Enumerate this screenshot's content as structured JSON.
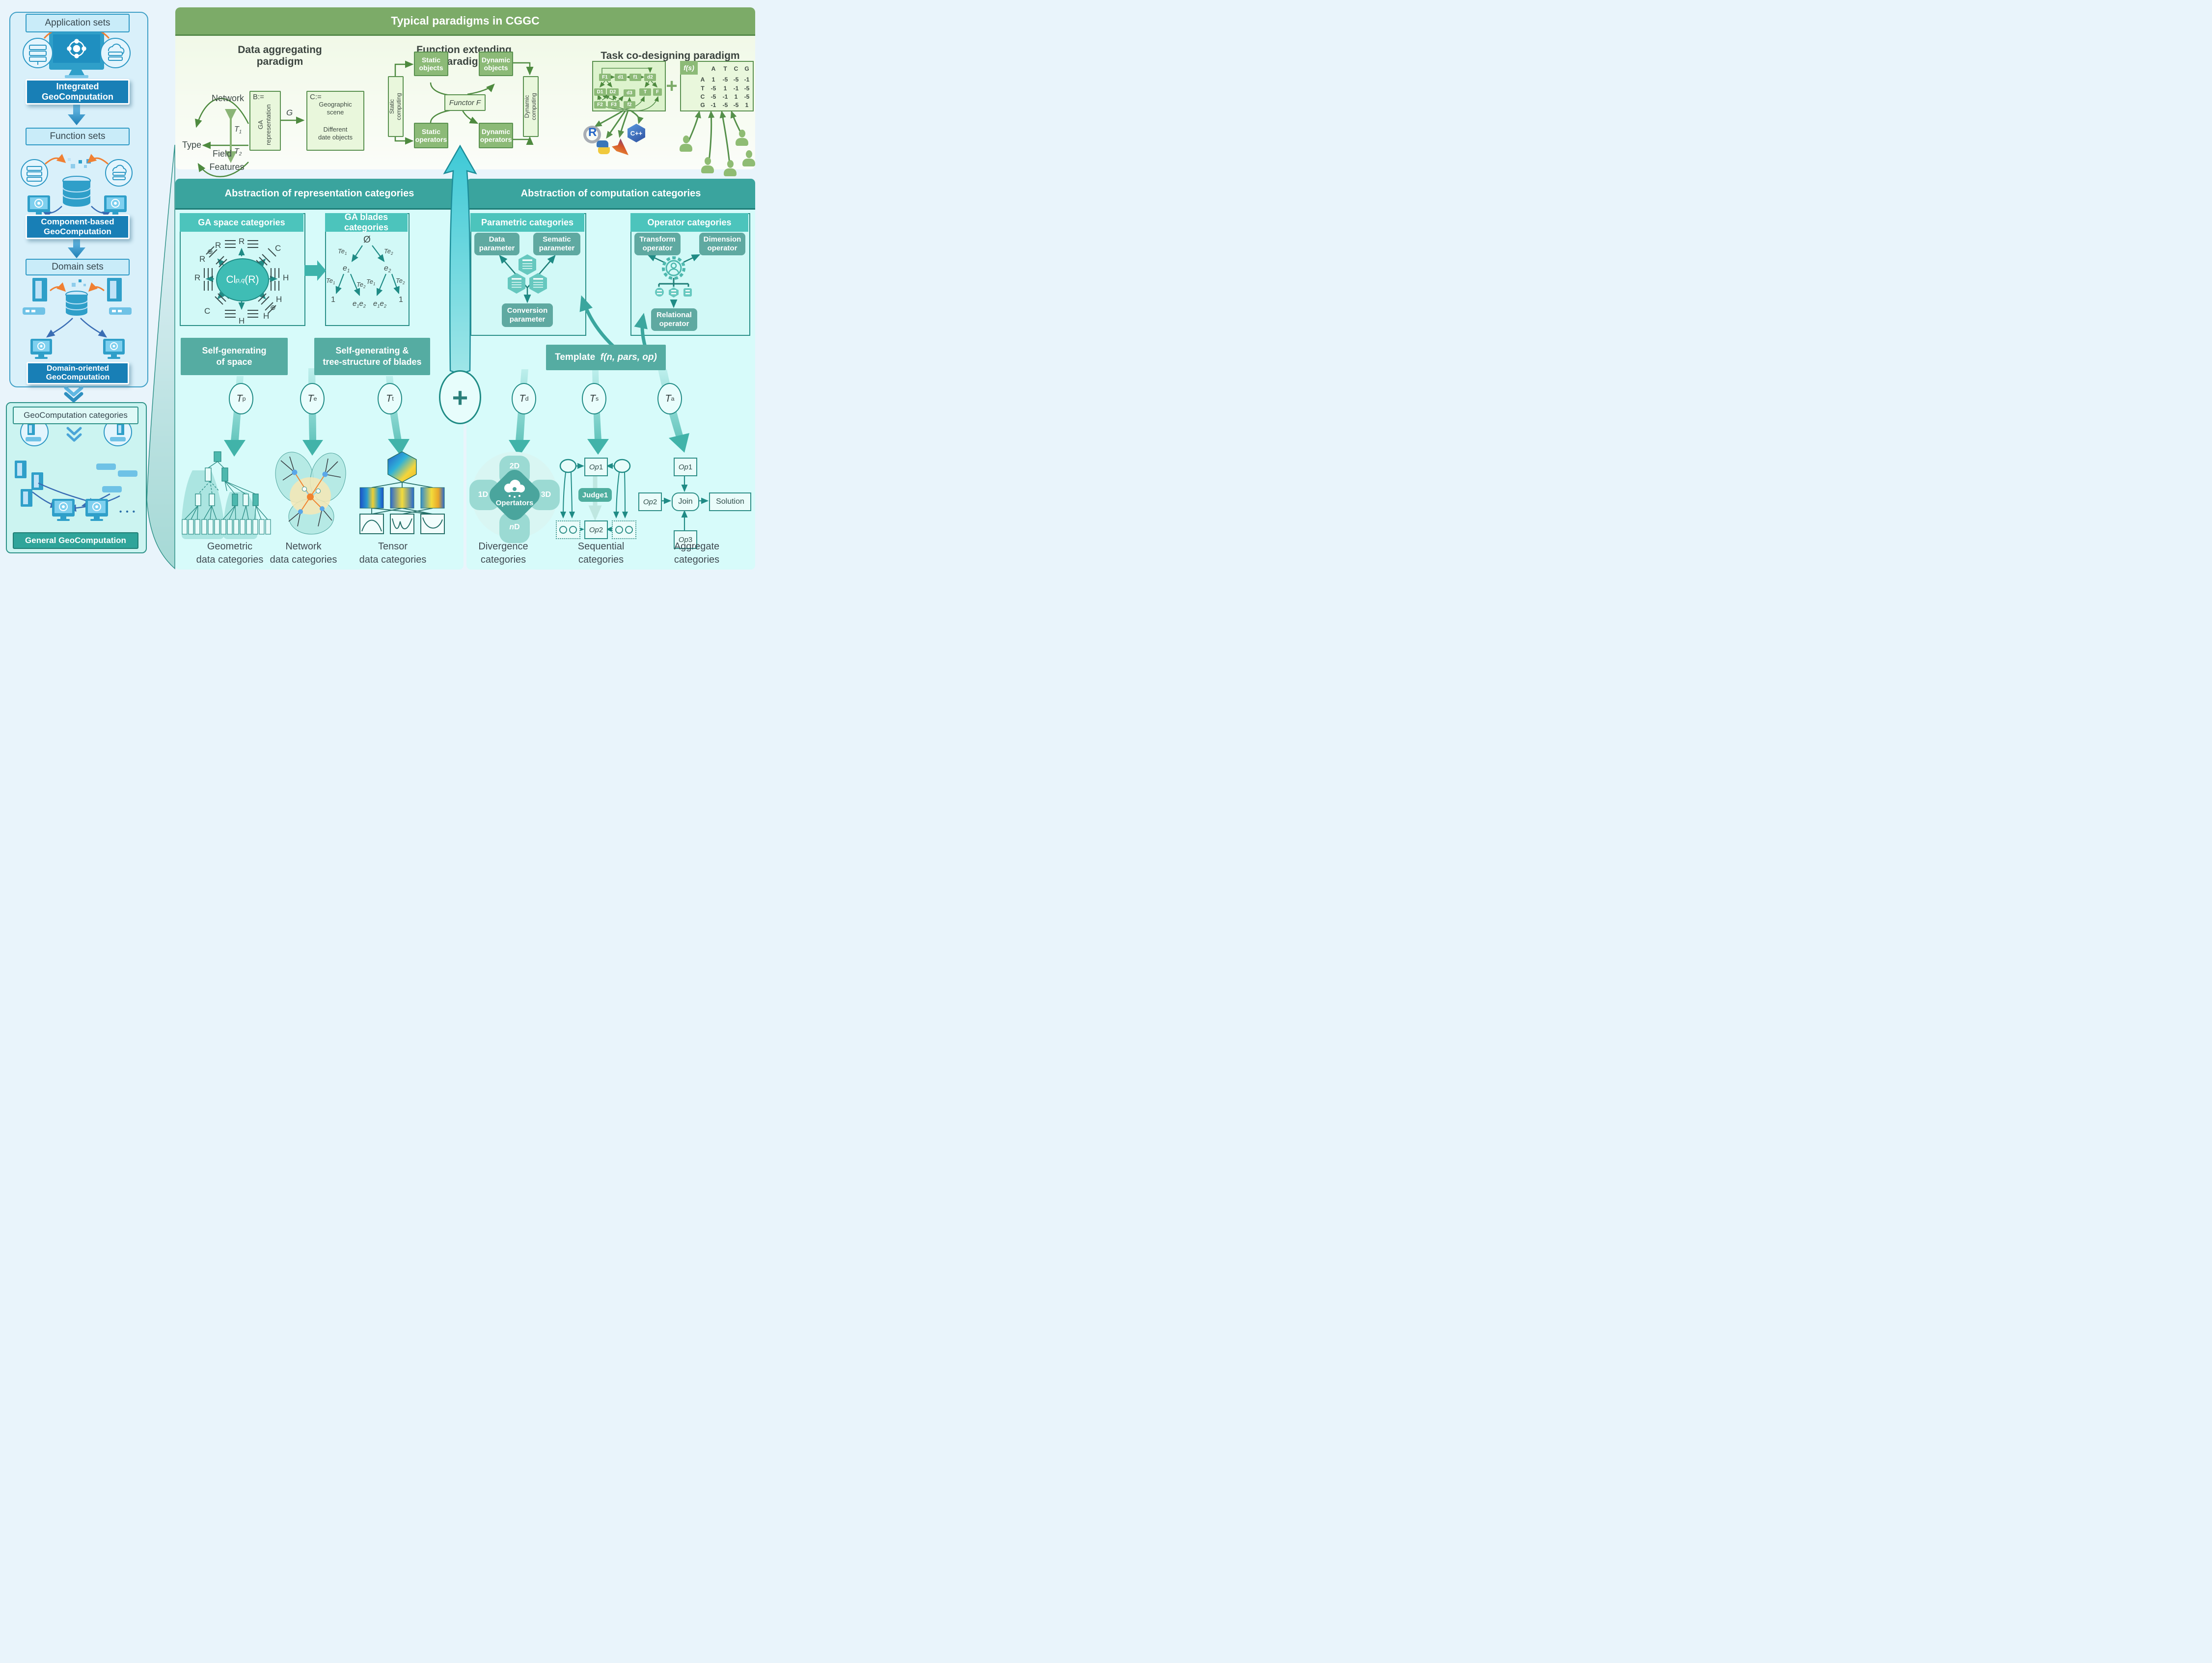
{
  "left": {
    "application_sets": "Application sets",
    "integrated_l1": "Integrated",
    "integrated_l2": "GeoComputation",
    "function_sets": "Function sets",
    "component_l1": "Component-based",
    "component_l2": "GeoComputation",
    "domain_sets": "Domain sets",
    "domain_l1": "Domain-oriented",
    "domain_l2": "GeoComputation",
    "geocomputation_categories": "GeoComputation categories",
    "general_geocomputation": "General GeoComputation",
    "dots": "• • •"
  },
  "top": {
    "title": "Typical paradigms in CGGC",
    "data_agg": {
      "heading": "Data aggregating paradigm",
      "network": "Network",
      "type": "Type",
      "field": "Field",
      "features": "Features",
      "t": "T",
      "t1_sub": "1",
      "t2_sub": "2",
      "b": "B:=",
      "ga_l1": "GA",
      "ga_l2": "representation",
      "g": "G",
      "c": "C:=",
      "scene_l1": "Geographic",
      "scene_l2": "scene",
      "diff_l1": "Different",
      "diff_l2": "date objects"
    },
    "func_ext": {
      "heading": "Function extending paradigm",
      "static_computing": "Static computing",
      "static_objects_l1": "Static",
      "static_objects_l2": "objects",
      "dynamic_objects_l1": "Dynamic",
      "dynamic_objects_l2": "objects",
      "functor": "Functor F",
      "static_operators_l1": "Static",
      "static_operators_l2": "operators",
      "dynamic_operators_l1": "Dynamic",
      "dynamic_operators_l2": "operators",
      "dynamic_computing": "Dynamic computing"
    },
    "task": {
      "heading": "Task co-designing paradigm",
      "dag": {
        "F1": "F1",
        "d1": "d1",
        "f1": "f1",
        "d2": "d2",
        "D1": "D1",
        "D2": "D2",
        "d3": "d3",
        "T": "T",
        "F": "F",
        "F2": "F2",
        "F3": "F3",
        "f2": "f2"
      },
      "plus": "+",
      "matrix": {
        "fs": "f(s)",
        "cols": [
          "A",
          "T",
          "C",
          "G"
        ],
        "rows": [
          "A",
          "T",
          "C",
          "G"
        ],
        "values": [
          [
            "1",
            "-5",
            "-5",
            "-1"
          ],
          [
            "-5",
            "1",
            "-1",
            "-5"
          ],
          [
            "-5",
            "-1",
            "1",
            "-5"
          ],
          [
            "-1",
            "-5",
            "-5",
            "1"
          ]
        ]
      },
      "logo_r": "R",
      "logo_cpp": "C++"
    }
  },
  "mid": {
    "left_header": "Abstraction of representation categories",
    "right_header": "Abstraction of computation categories",
    "ga_space": {
      "title": "GA space categories",
      "cl": "Cl",
      "cl_sub": "p,q",
      "cl_r": "(R)",
      "r": "R",
      "c": "C",
      "h": "H",
      "oplus": "⊕"
    },
    "ga_blades": {
      "title": "GA blades categories",
      "root": "Ø",
      "e": "e",
      "s1": "1",
      "s2": "2",
      "one": "1",
      "te": "Te"
    },
    "selfgen_space_l1": "Self-generating",
    "selfgen_space_l2": "of space",
    "selfgen_blades_l1": "Self-generating &",
    "selfgen_blades_l2": "tree-structure of blades",
    "parametric": {
      "title": "Parametric categories",
      "data_l1": "Data",
      "data_l2": "parameter",
      "sematic_l1": "Sematic",
      "sematic_l2": "parameter",
      "conversion_l1": "Conversion",
      "conversion_l2": "parameter"
    },
    "operator": {
      "title": "Operator categories",
      "transform_l1": "Transform",
      "transform_l2": "operator",
      "dimension_l1": "Dimension",
      "dimension_l2": "operator",
      "relational_l1": "Relational",
      "relational_l2": "operator"
    },
    "template_label": "Template",
    "template_fn": "f(n, pars, op)",
    "t": "T",
    "t_subs": {
      "p": "p",
      "e": "e",
      "t": "t",
      "d": "d",
      "s": "s",
      "a": "a"
    },
    "plus": "+"
  },
  "bottom": {
    "geometric_l1": "Geometric",
    "network_l1": "Network",
    "tensor_l1": "Tensor",
    "data_categories": "data categories",
    "divergence_l1": "Divergence",
    "sequential_l1": "Sequential",
    "aggregate_l1": "Aggregate",
    "categories": "categories",
    "divergence": {
      "d1": "1D",
      "d2": "2D",
      "d3": "3D",
      "dn_n": "n",
      "dn_d": "D",
      "opertators": "Opertators"
    },
    "sequential": {
      "op": "Op",
      "op1_n": "1",
      "op2_n": "2",
      "judge": "Judge1"
    },
    "aggregate": {
      "op": "Op",
      "n1": "1",
      "n2": "2",
      "n3": "3",
      "join": "Join",
      "solution": "Solution"
    }
  }
}
